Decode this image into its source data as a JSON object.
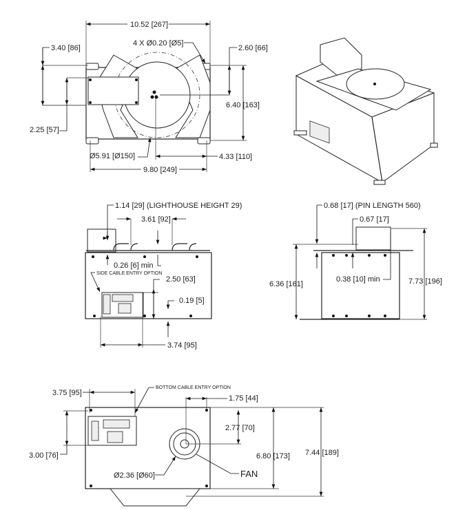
{
  "top_view": {
    "overall_width": "10.52 [267]",
    "mount_holes": "4 X Ø0.20 [Ø5]",
    "left_offset": "3.40 [86]",
    "right_offset": "2.60 [66]",
    "depth": "6.40 [163]",
    "box_height": "2.25 [57]",
    "disc_diameter": "Ø5.91 [Ø150]",
    "center_offset": "4.33 [110]",
    "hole_spacing": "9.80 [249]"
  },
  "side_view": {
    "lighthouse": "1.14 [29] (LIGHTHOUSE HEIGHT 29)",
    "span": "3.61 [92]",
    "clearance": "0.26 [6] min",
    "cable_note": "SIDE CABLE ENTRY OPTION",
    "panel_height": "2.50 [63]",
    "foot": "0.19 [5]",
    "panel_width": "3.74 [95]"
  },
  "end_view": {
    "pin": "0.68 [17] (PIN LENGTH 560)",
    "pin_offset": "0.67 [17]",
    "body_height": "6.36 [161]",
    "clearance": "0.38 [10] min",
    "total_height": "7.73 [196]"
  },
  "bottom_view": {
    "panel_width": "3.75 [95]",
    "cable_note": "BOTTOM CABLE ENTRY OPTION",
    "fan_offset_x": "1.75 [44]",
    "fan_offset_y": "2.77 [70]",
    "panel_height": "3.00 [76]",
    "depth": "6.80 [173]",
    "total_depth": "7.44 [189]",
    "fan_diameter": "Ø2.36 [Ø60]",
    "fan_label": "FAN"
  }
}
